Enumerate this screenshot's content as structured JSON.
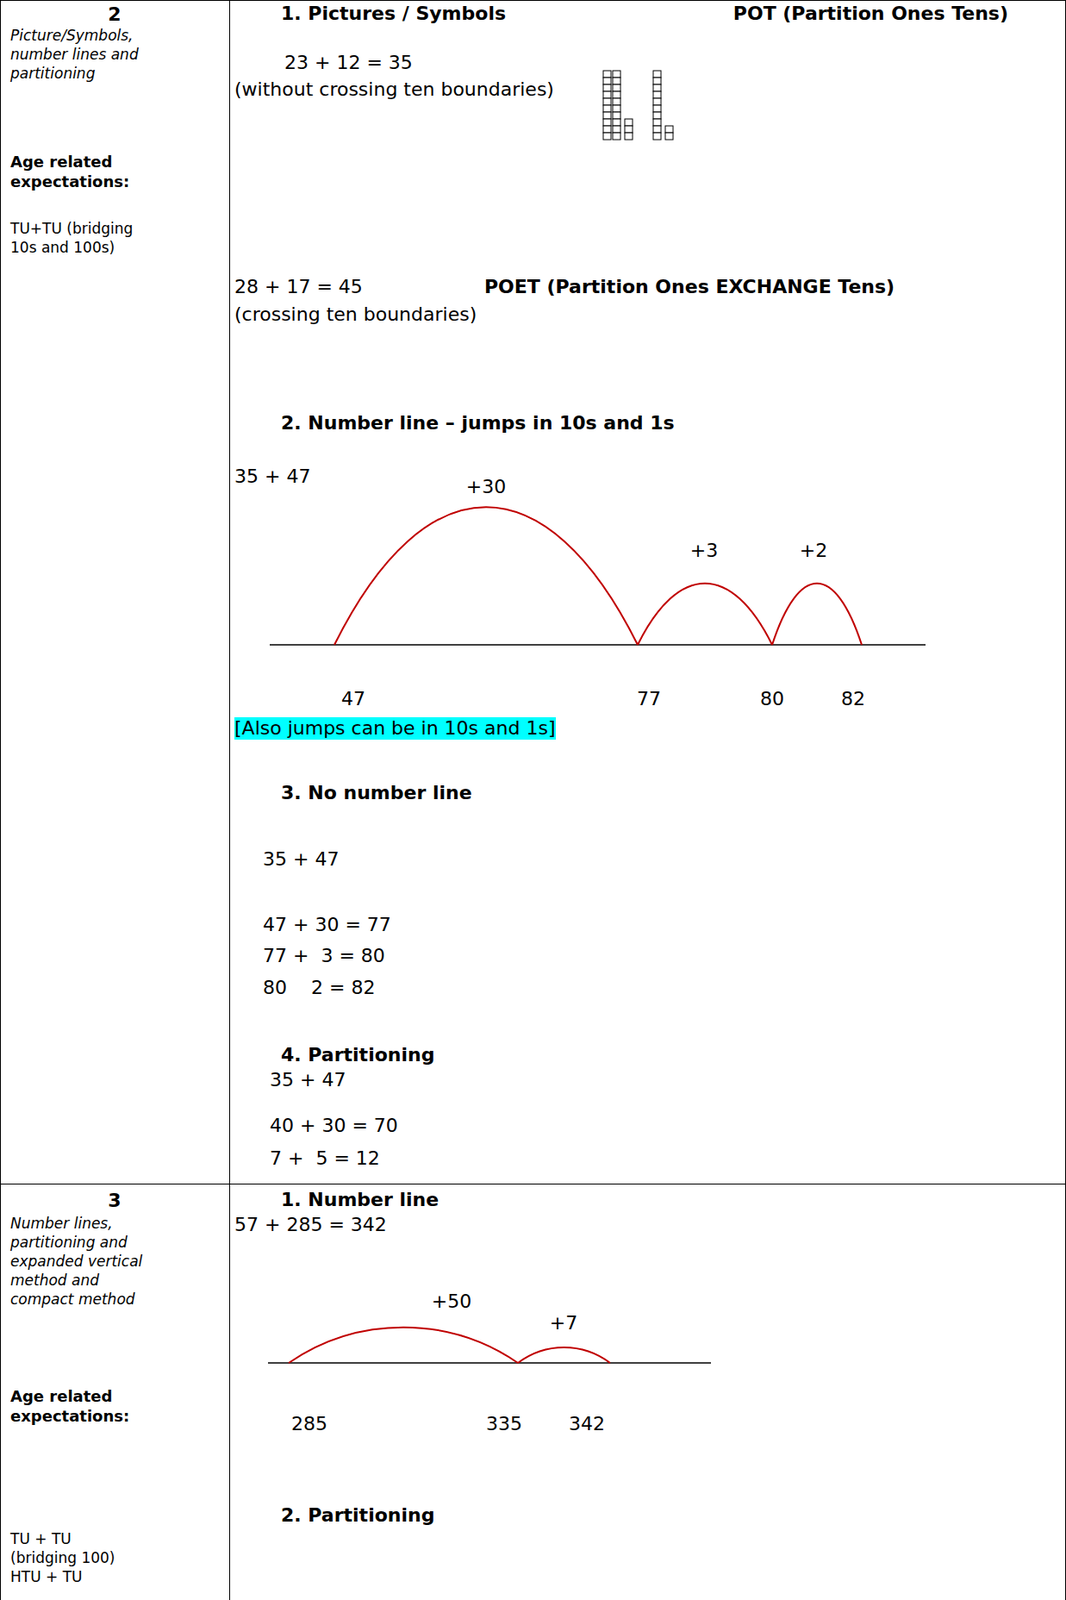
{
  "diagram": {
    "nodes": [
      {
        "text": [
          "2",
          "Picture/Symbols, number lines and partitioning",
          "Age related expectations:",
          "TU+TU (bridging 10s and 100s)"
        ]
      },
      {
        "text": [
          "1. Pictures / Symbols",
          "POT (Partition Ones Tens)",
          "23 + 12 = 35",
          "(without crossing ten boundaries)",
          "28 + 17 = 45",
          "POET (Partition Ones EXCHANGE Tens)",
          "(crossing ten boundaries)",
          "2. Number line – jumps in 10s and 1s",
          "35 + 47",
          "+30",
          "+3",
          "+2",
          "47",
          "77",
          "80",
          "82",
          "[Also jumps can be in 10s and 1s]",
          "3. No number line",
          "35 + 47",
          "47 + 30 = 77",
          "77 +  3 = 80",
          "80    2 = 82",
          "4. Partitioning",
          "35 + 47",
          "40 + 30 = 70",
          "7 +  5 = 12"
        ]
      },
      {
        "text": [
          "3",
          "Number lines, partitioning and expanded vertical method and compact method",
          "Age related expectations:",
          "TU + TU (bridging 100) HTU + TU"
        ]
      },
      {
        "text": [
          "1. Number line",
          "57 + 285 = 342",
          "+50",
          "+7",
          "285",
          "335",
          "342",
          "2. Partitioning"
        ]
      }
    ]
  }
}
